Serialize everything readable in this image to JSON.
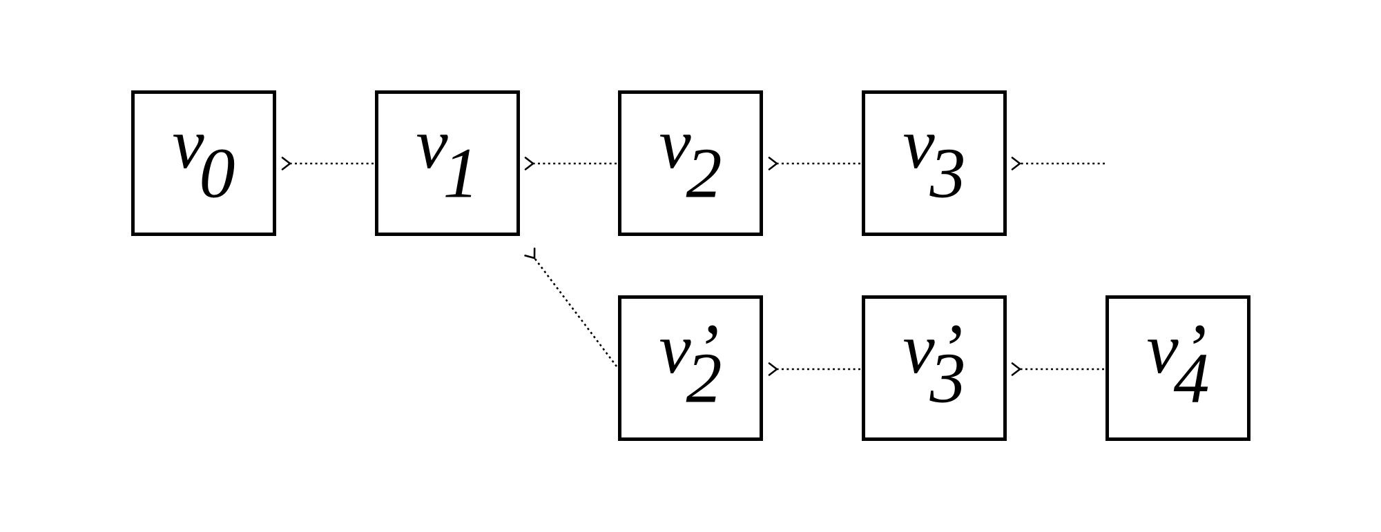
{
  "diagram": {
    "type": "linked-version-chain",
    "background_color": "#ffffff",
    "line_color": "#000000",
    "arrow_style": "dotted, open chevron head, pointing left/up-left",
    "nodes": [
      {
        "id": "v0",
        "label": "v0",
        "base": "v",
        "sub": "0",
        "prime": "",
        "row": "top"
      },
      {
        "id": "v1",
        "label": "v1",
        "base": "v",
        "sub": "1",
        "prime": "",
        "row": "top"
      },
      {
        "id": "v2",
        "label": "v2",
        "base": "v",
        "sub": "2",
        "prime": "",
        "row": "top"
      },
      {
        "id": "v3",
        "label": "v3",
        "base": "v",
        "sub": "3",
        "prime": "",
        "row": "top"
      },
      {
        "id": "v2p",
        "label": "v2’",
        "base": "v",
        "sub": "2",
        "prime": "’",
        "row": "bottom"
      },
      {
        "id": "v3p",
        "label": "v3’",
        "base": "v",
        "sub": "3",
        "prime": "’",
        "row": "bottom"
      },
      {
        "id": "v4p",
        "label": "v4’",
        "base": "v",
        "sub": "4",
        "prime": "’",
        "row": "bottom"
      }
    ],
    "edges": [
      {
        "from": "v1",
        "to": "v0",
        "style": "dotted-arrow"
      },
      {
        "from": "v2",
        "to": "v1",
        "style": "dotted-arrow"
      },
      {
        "from": "v3",
        "to": "v2",
        "style": "dotted-arrow"
      },
      {
        "from": "external",
        "to": "v3",
        "style": "dotted-arrow"
      },
      {
        "from": "v2p",
        "to": "v1",
        "style": "dotted-arrow-diagonal"
      },
      {
        "from": "v3p",
        "to": "v2p",
        "style": "dotted-arrow"
      },
      {
        "from": "v4p",
        "to": "v3p",
        "style": "dotted-arrow"
      }
    ]
  }
}
